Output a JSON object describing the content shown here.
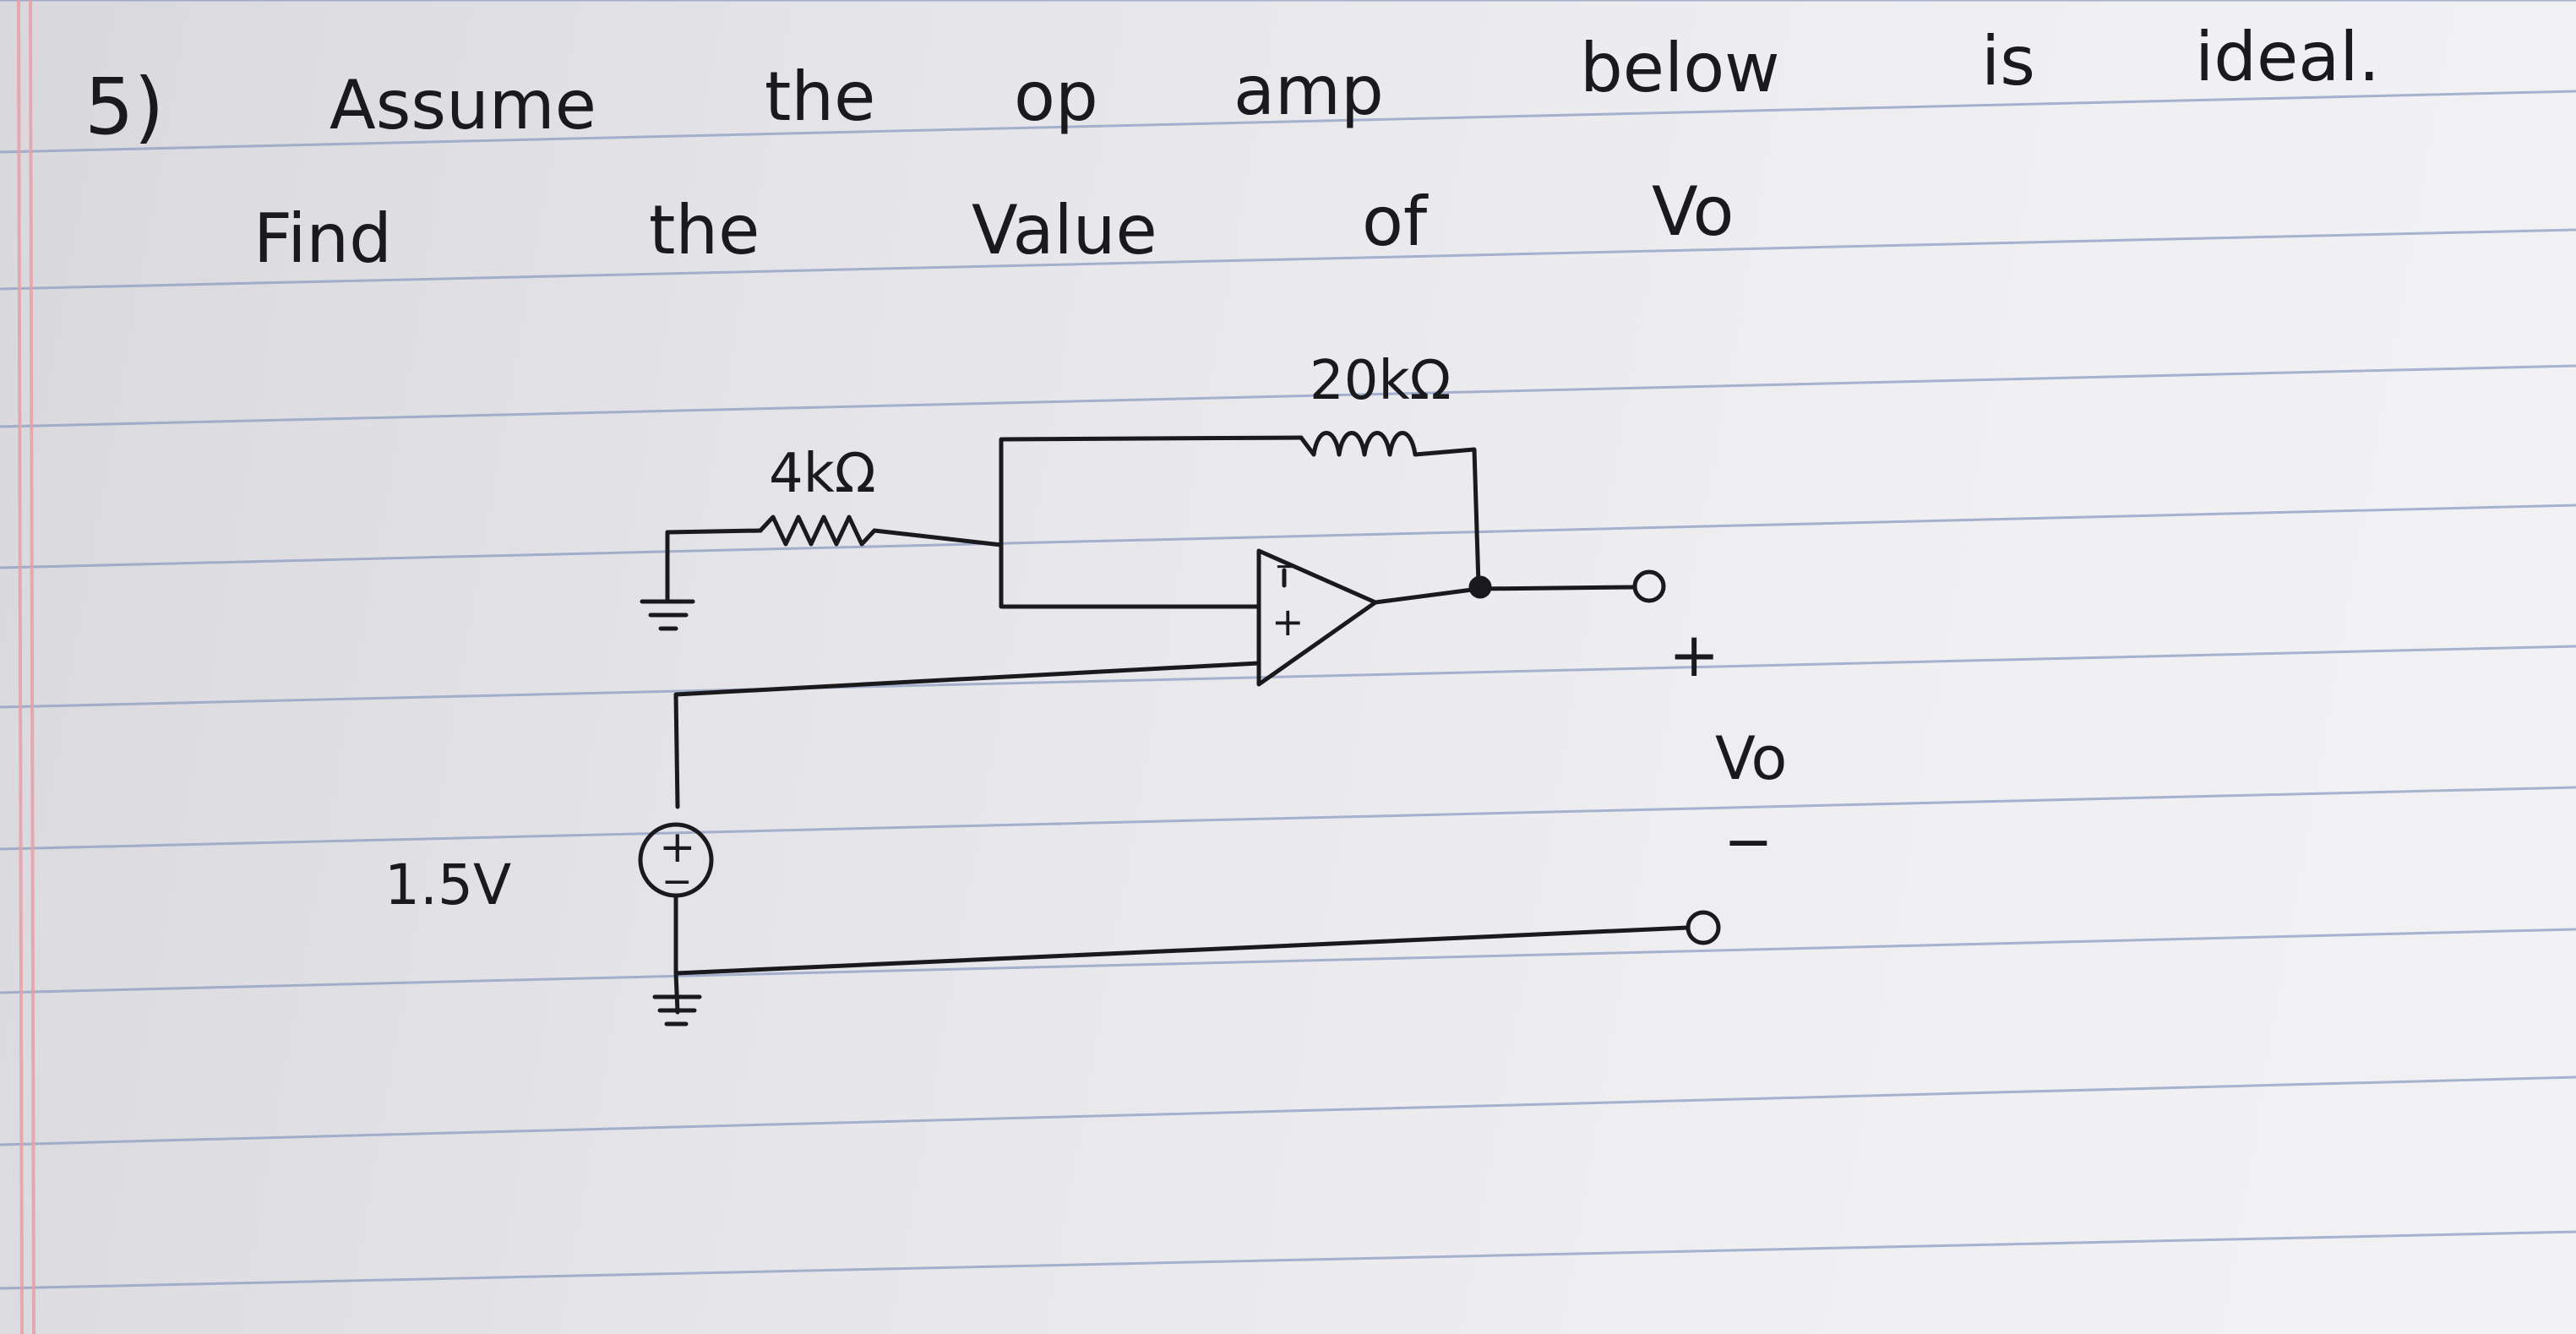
{
  "question": {
    "number": "5)",
    "line1": [
      "Assume",
      "the",
      "op",
      "amp",
      "below",
      "is",
      "ideal."
    ],
    "line2": [
      "Find",
      "the",
      "Value",
      "of",
      "Vo"
    ]
  },
  "circuit": {
    "input_resistor_label": "4kΩ",
    "feedback_resistor_label": "20kΩ",
    "opamp_inverting_sign": "−",
    "opamp_noninverting_sign": "+",
    "source_label": "1.5V",
    "source_plus_sign": "+",
    "source_minus_sign": "−",
    "output_plus_label": "+",
    "output_label": "Vo",
    "output_minus_label": "−"
  }
}
